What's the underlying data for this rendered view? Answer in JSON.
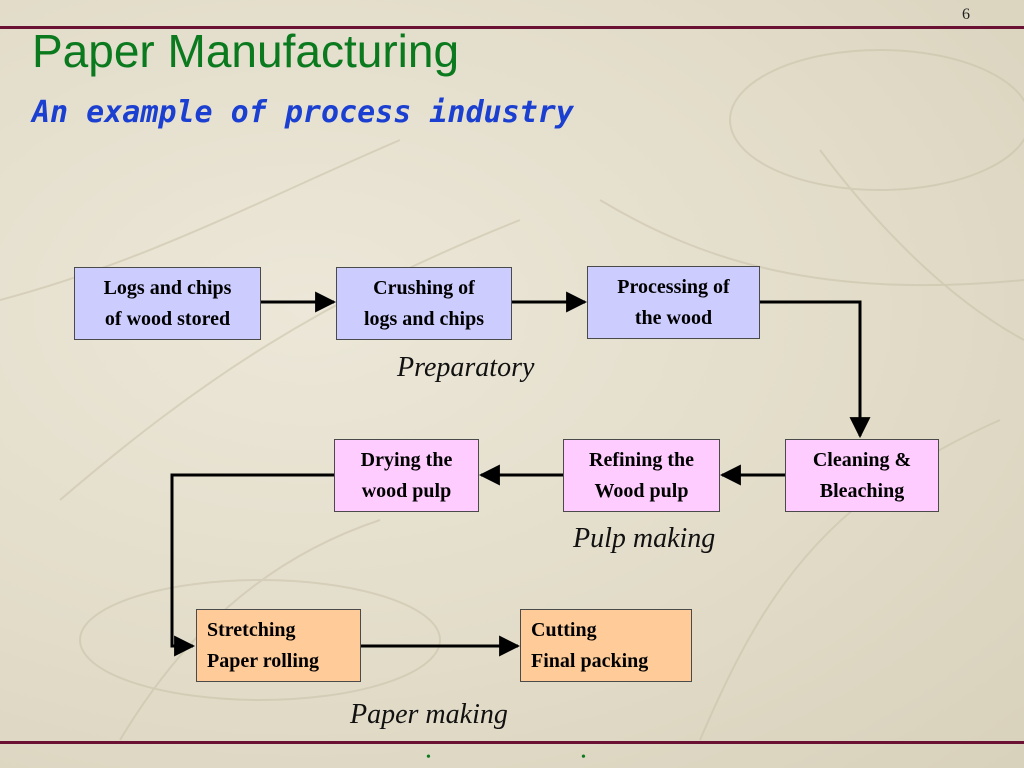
{
  "slide": {
    "page_number": "6",
    "title": "Paper Manufacturing",
    "subtitle": "An example of process industry"
  },
  "process": {
    "steps": [
      {
        "id": "logs-stored",
        "label": "Logs and chips\nof wood stored",
        "stage": "preparatory"
      },
      {
        "id": "crushing",
        "label": "Crushing of\nlogs and chips",
        "stage": "preparatory"
      },
      {
        "id": "processing",
        "label": "Processing of\nthe wood",
        "stage": "preparatory"
      },
      {
        "id": "cleaning",
        "label": "Cleaning &\nBleaching",
        "stage": "pulp"
      },
      {
        "id": "refining",
        "label": "Refining the\nWood pulp",
        "stage": "pulp"
      },
      {
        "id": "drying",
        "label": "Drying the\nwood pulp",
        "stage": "pulp"
      },
      {
        "id": "stretching",
        "label": "Stretching\nPaper rolling",
        "stage": "paper"
      },
      {
        "id": "cutting",
        "label": "Cutting\nFinal packing",
        "stage": "paper"
      }
    ],
    "stages": {
      "preparatory": "Preparatory",
      "pulp": "Pulp making",
      "paper": "Paper making"
    },
    "flow": [
      [
        "logs-stored",
        "crushing"
      ],
      [
        "crushing",
        "processing"
      ],
      [
        "processing",
        "cleaning"
      ],
      [
        "cleaning",
        "refining"
      ],
      [
        "refining",
        "drying"
      ],
      [
        "drying",
        "stretching"
      ],
      [
        "stretching",
        "cutting"
      ]
    ]
  },
  "footer": {
    "bullets": [
      "•",
      "•"
    ]
  },
  "colors": {
    "title": "#0b7a1f",
    "subtitle": "#1a3fd1",
    "rule": "#6b1133",
    "preparatory_box": "#ccccff",
    "pulp_box": "#ffccff",
    "paper_box": "#ffcc99"
  }
}
